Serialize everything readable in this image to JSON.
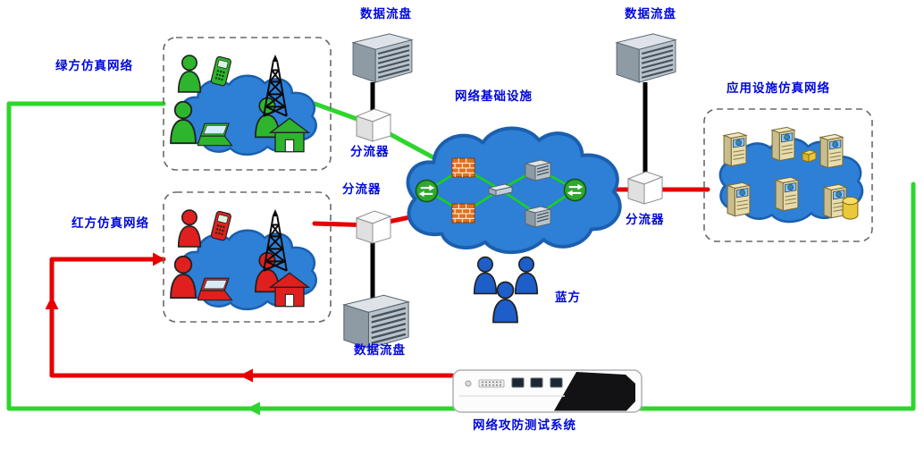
{
  "labels": {
    "green_network": "绿方仿真网络",
    "red_network": "红方仿真网络",
    "infrastructure": "网络基础设施",
    "app_network": "应用设施仿真网络",
    "blue_team": "蓝方",
    "data_disk": "数据流盘",
    "splitter": "分流器",
    "test_system": "网络攻防测试系统"
  },
  "colors": {
    "label_text": "#0008d8",
    "green_flow": "#2ed52e",
    "red_flow": "#e60000",
    "tap_link": "#000000",
    "cloud_fill": "#2e7fd6",
    "green_item": "#2db52d",
    "red_item": "#e01f1f",
    "blue_item": "#1e5ec8"
  }
}
